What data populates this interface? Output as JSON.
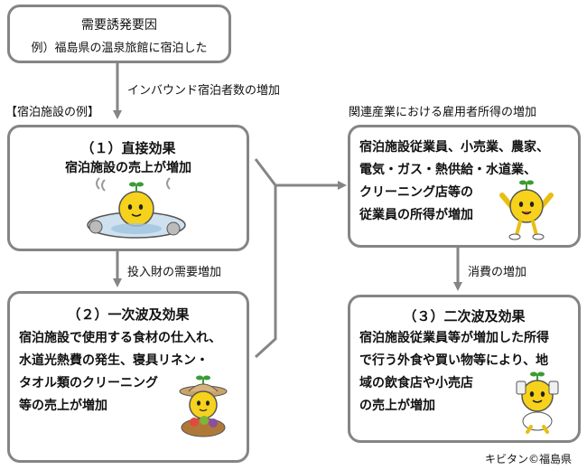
{
  "cause": {
    "title": "需要誘発要因",
    "example": "例）福島県の温泉旅館に宿泊した"
  },
  "inbound_label": "インバウンド宿泊者数の増加",
  "lodging_example_label": "【宿泊施設の例】",
  "related_industry_label": "関連産業における雇用者所得の増加",
  "direct_effect": {
    "title": "（１）直接効果",
    "body": "宿泊施設の売上が増加"
  },
  "input_label": "投入財の需要増加",
  "primary_effect": {
    "title": "（２）一次波及効果",
    "lines": [
      "宿泊施設で使用する食材の仕入れ、",
      "水道光熱費の発生、寝具リネン・",
      "タオル類のクリーニング",
      "等の売上が増加"
    ]
  },
  "employees": {
    "lines": [
      "宿泊施設従業員、小売業、農家、",
      "電気・ガス・熱供給・水道業、",
      "クリーニング店等の",
      "従業員の所得が増加"
    ]
  },
  "consumption_label": "消費の増加",
  "secondary_effect": {
    "title": "（３）二次波及効果",
    "lines": [
      "宿泊施設従業員等が増加した所得",
      "で行う外食や買い物等により、地",
      "域の飲食店や小売店",
      "の売上が増加"
    ]
  },
  "credit": "キビタン©福島県",
  "colors": {
    "border": "#858585",
    "mascot_yellow": "#f6d21c",
    "mascot_green": "#3d9b35"
  }
}
